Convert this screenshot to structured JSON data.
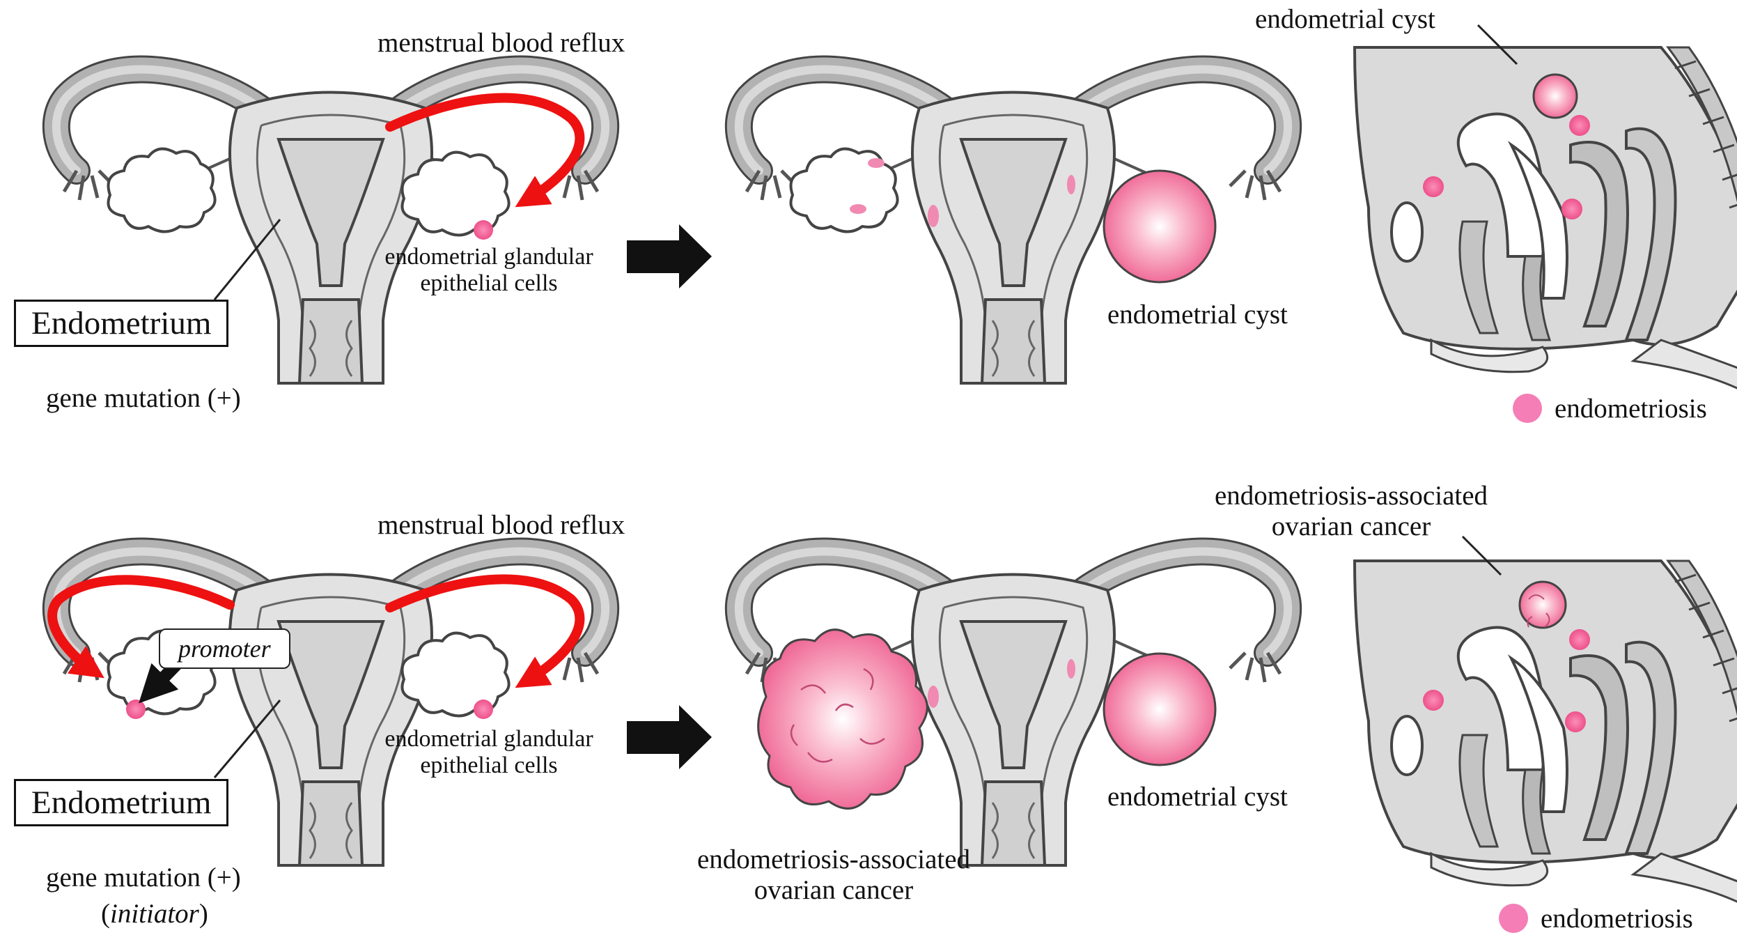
{
  "colors": {
    "reflux_arrow": "#ee1111",
    "endometriosis_dot": "#f0609a",
    "cyst": "#f4769f",
    "tissue": "#e4e4e4",
    "tissue_dark": "#b0b0b0",
    "outline": "#444444"
  },
  "top_row": {
    "reflux_label": "menstrual blood reflux",
    "cells_label": "endometrial glandular\nepithelial cells",
    "endometrium_label": "Endometrium",
    "mutation_label": "gene mutation (+)",
    "cyst_label_right": "endometrial cyst",
    "cyst_label_pelvis": "endometrial cyst",
    "legend_label": "endometriosis"
  },
  "bottom_row": {
    "reflux_label": "menstrual blood reflux",
    "cells_label": "endometrial glandular\nepithelial cells",
    "endometrium_label": "Endometrium",
    "mutation_label": "gene mutation (+)",
    "initiator_label": "initiator",
    "promoter_label": "promoter",
    "cancer_label": "endometriosis-associated\novarian cancer",
    "cyst_label_right": "endometrial cyst",
    "cancer_label_pelvis": "endometriosis-associated\novarian cancer",
    "legend_label": "endometriosis"
  },
  "icons": {
    "progression_arrow": "right-arrow-icon",
    "reflux_arrow": "curved-arrow-icon",
    "legend_marker": "pink-dot-icon"
  }
}
